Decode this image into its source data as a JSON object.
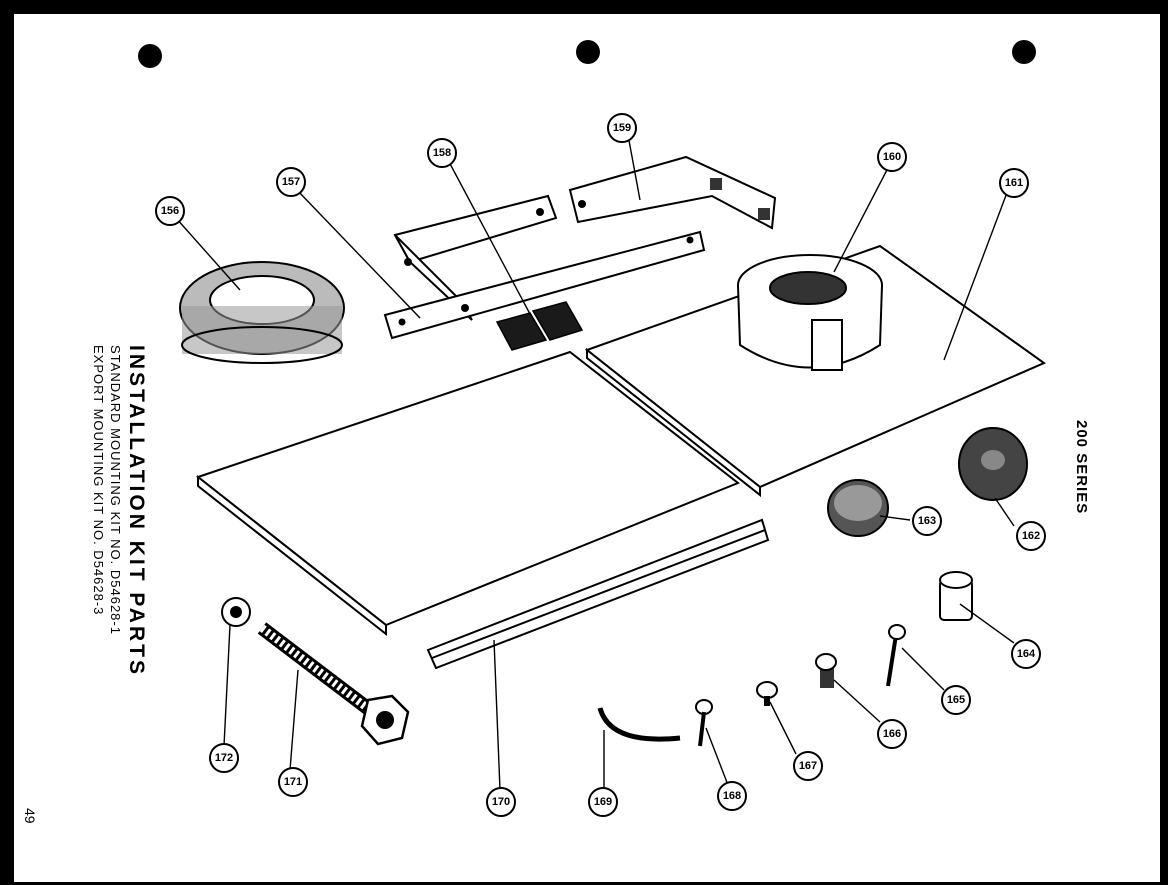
{
  "title": {
    "heading": "INSTALLATION KIT PARTS",
    "line1": "STANDARD MOUNTING KIT NO. D54628-1",
    "line2": "EXPORT MOUNTING KIT NO. D54628-3"
  },
  "series": "200 SERIES",
  "page_number": "49",
  "callouts": [
    {
      "id": "c156",
      "label": "156"
    },
    {
      "id": "c157",
      "label": "157"
    },
    {
      "id": "c158",
      "label": "158"
    },
    {
      "id": "c159",
      "label": "159"
    },
    {
      "id": "c160",
      "label": "160"
    },
    {
      "id": "c161",
      "label": "161"
    },
    {
      "id": "c162",
      "label": "162"
    },
    {
      "id": "c163",
      "label": "163"
    },
    {
      "id": "c164",
      "label": "164"
    },
    {
      "id": "c165",
      "label": "165"
    },
    {
      "id": "c166",
      "label": "166"
    },
    {
      "id": "c167",
      "label": "167"
    },
    {
      "id": "c168",
      "label": "168"
    },
    {
      "id": "c169",
      "label": "169"
    },
    {
      "id": "c170",
      "label": "170"
    },
    {
      "id": "c171",
      "label": "171"
    },
    {
      "id": "c172",
      "label": "172"
    }
  ]
}
